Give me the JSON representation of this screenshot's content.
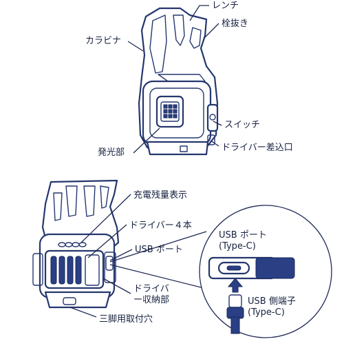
{
  "colors": {
    "line": "#1e2a55",
    "device_stroke": "#24366e",
    "accent_blue": "#2a3f84",
    "text": "#16213f"
  },
  "top_device": {
    "labels": {
      "wrench": "レンチ",
      "bottle_opener": "栓抜き",
      "carabiner": "カラビナ",
      "switch": "スイッチ",
      "light": "発光部",
      "driver_slot": "ドライバー差込口"
    }
  },
  "bottom_device": {
    "labels": {
      "charge_indicator": "充電残量表示",
      "drivers": "ドライバー４本",
      "usb_port": "USB ポート",
      "driver_storage": "ドライバー収納部",
      "tripod_hole": "三脚用取付穴"
    }
  },
  "callout": {
    "port_title": "USB ポート (Type-C)",
    "connector_label": "USB 側端子 (Type-C)"
  }
}
